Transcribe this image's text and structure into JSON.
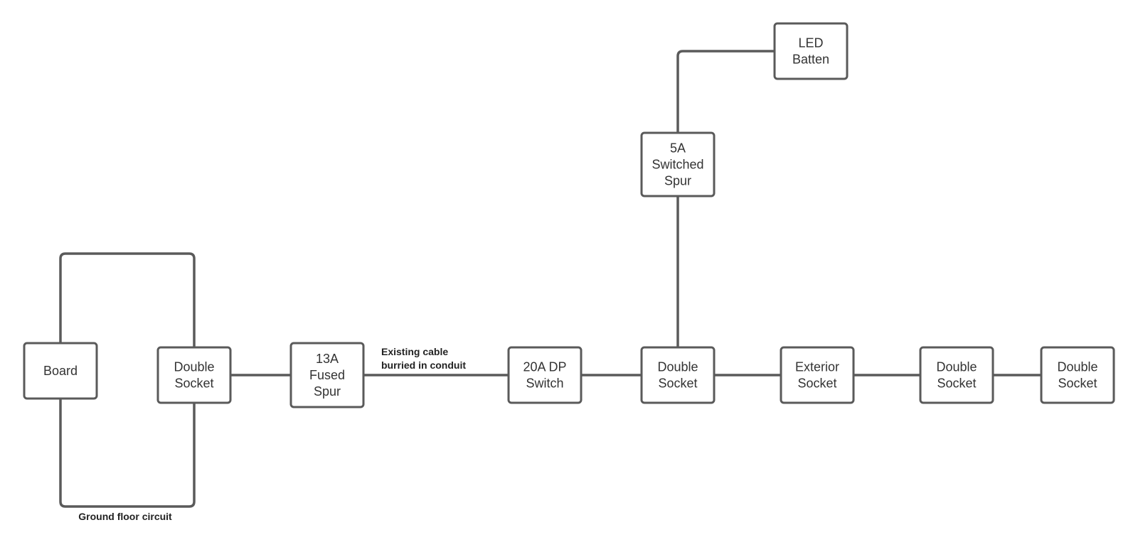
{
  "diagram": {
    "nodes": {
      "board": {
        "lines": [
          "Board"
        ]
      },
      "double_socket_1": {
        "lines": [
          "Double",
          "Socket"
        ]
      },
      "fused_spur": {
        "lines": [
          "13A",
          "Fused",
          "Spur"
        ]
      },
      "dp_switch": {
        "lines": [
          "20A DP",
          "Switch"
        ]
      },
      "double_socket_2": {
        "lines": [
          "Double",
          "Socket"
        ]
      },
      "switched_spur": {
        "lines": [
          "5A",
          "Switched",
          "Spur"
        ]
      },
      "led_batten": {
        "lines": [
          "LED",
          "Batten"
        ]
      },
      "exterior_socket": {
        "lines": [
          "Exterior",
          "Socket"
        ]
      },
      "double_socket_3": {
        "lines": [
          "Double",
          "Socket"
        ]
      },
      "double_socket_4": {
        "lines": [
          "Double",
          "Socket"
        ]
      }
    },
    "annotations": {
      "conduit_note": [
        "Existing cable",
        "burried in conduit"
      ],
      "ground_floor": "Ground floor circuit"
    },
    "colors": {
      "stroke": "#5a5a5a",
      "text": "#333333",
      "background": "#ffffff"
    }
  }
}
